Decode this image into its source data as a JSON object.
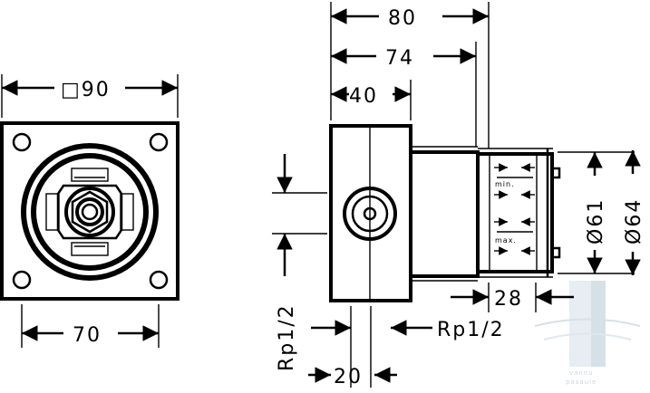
{
  "dimensions": {
    "front_square": "□90",
    "front_bolt_spacing": "70",
    "overall_length": "80",
    "length_to_cap": "74",
    "body_length": "40",
    "outlet_depth": "28",
    "inner_diameter": "Ø61",
    "outer_diameter": "Ø64",
    "thread_side": "Rp1/2",
    "thread_bottom": "Rp1/2",
    "thread_offset": "20"
  },
  "labels": {
    "min": "min.",
    "max": "max."
  },
  "watermark": {
    "text_line1": "vannu",
    "text_line2": "pasaule",
    "color": "#b8c8d4"
  }
}
